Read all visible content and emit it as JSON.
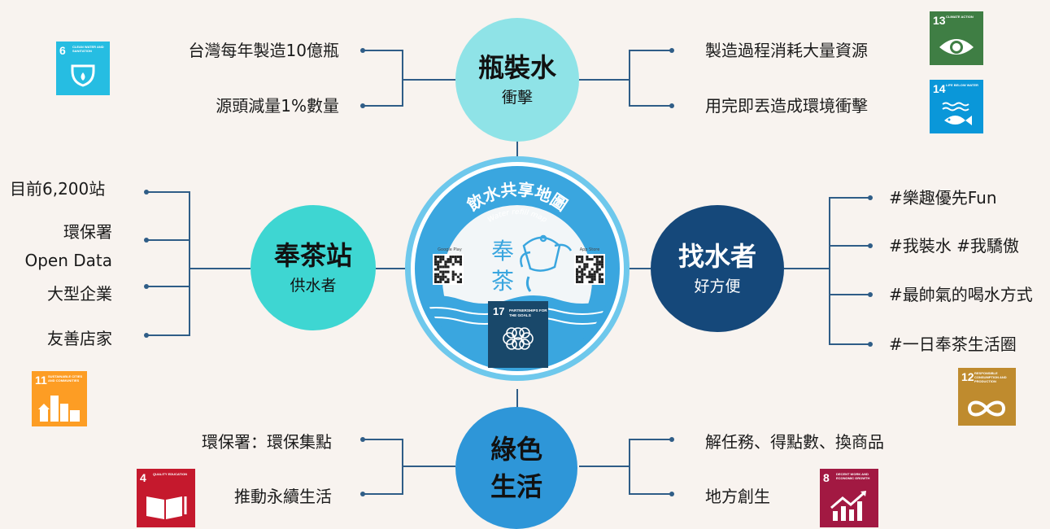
{
  "center": {
    "title": "飲水共享地圖",
    "subtitle": "Water refill map",
    "glyph1": "奉",
    "glyph2": "茶",
    "store_left": "Google Play",
    "store_right": "App Store",
    "sdg17": {
      "number": "17",
      "caption": "PARTNERSHIPS FOR THE GOALS"
    }
  },
  "nodes": {
    "top": {
      "title": "瓶裝水",
      "sub": "衝擊",
      "bg": "#8fe3e7",
      "fg": "#111111"
    },
    "left": {
      "title": "奉茶站",
      "sub": "供水者",
      "bg": "#3ed6d2",
      "fg": "#111111"
    },
    "right": {
      "title": "找水者",
      "sub": "好方便",
      "bg": "#15487a",
      "fg": "#ffffff"
    },
    "bottom": {
      "title": "綠色",
      "sub": "生活",
      "bg": "#2e96d8",
      "fg": "#111111"
    }
  },
  "labels": {
    "top_left": [
      "台灣每年製造10億瓶",
      "源頭減量1%數量"
    ],
    "top_right": [
      "製造過程消耗大量資源",
      "用完即丟造成環境衝擊"
    ],
    "left": [
      "目前6,200站",
      "環保署",
      "Open Data",
      "大型企業",
      "友善店家"
    ],
    "right": [
      "#樂趣優先Fun",
      "#我裝水 #我驕傲",
      "#最帥氣的喝水方式",
      "#一日奉茶生活圈"
    ],
    "bottom_left": [
      "環保署：環保集點",
      "推動永續生活"
    ],
    "bottom_right": [
      "解任務、得點數、換商品",
      "地方創生"
    ]
  },
  "sdgs": {
    "sdg6": {
      "number": "6",
      "caption": "CLEAN WATER AND SANITATION",
      "icon": "water-drop-icon",
      "color": "#26bde2"
    },
    "sdg13": {
      "number": "13",
      "caption": "CLIMATE ACTION",
      "icon": "eye-globe-icon",
      "color": "#3f7e44"
    },
    "sdg14": {
      "number": "14",
      "caption": "LIFE BELOW WATER",
      "icon": "fish-icon",
      "color": "#0a97d9"
    },
    "sdg11": {
      "number": "11",
      "caption": "SUSTAINABLE CITIES AND COMMUNITIES",
      "icon": "city-icon",
      "color": "#fd9d24"
    },
    "sdg12": {
      "number": "12",
      "caption": "RESPONSIBLE CONSUMPTION AND PRODUCTION",
      "icon": "infinity-icon",
      "color": "#bf8b2e"
    },
    "sdg4": {
      "number": "4",
      "caption": "QUALITY EDUCATION",
      "icon": "book-icon",
      "color": "#c5192d"
    },
    "sdg8": {
      "number": "8",
      "caption": "DECENT WORK AND ECONOMIC GROWTH",
      "icon": "growth-chart-icon",
      "color": "#a21942"
    },
    "sdg17": {
      "color": "#19486a"
    }
  },
  "colors": {
    "line": "#2f5d87",
    "center_ring": "#6ec8ec",
    "center_fill": "#3aa6df",
    "center_inner": "#f2f6f8"
  }
}
